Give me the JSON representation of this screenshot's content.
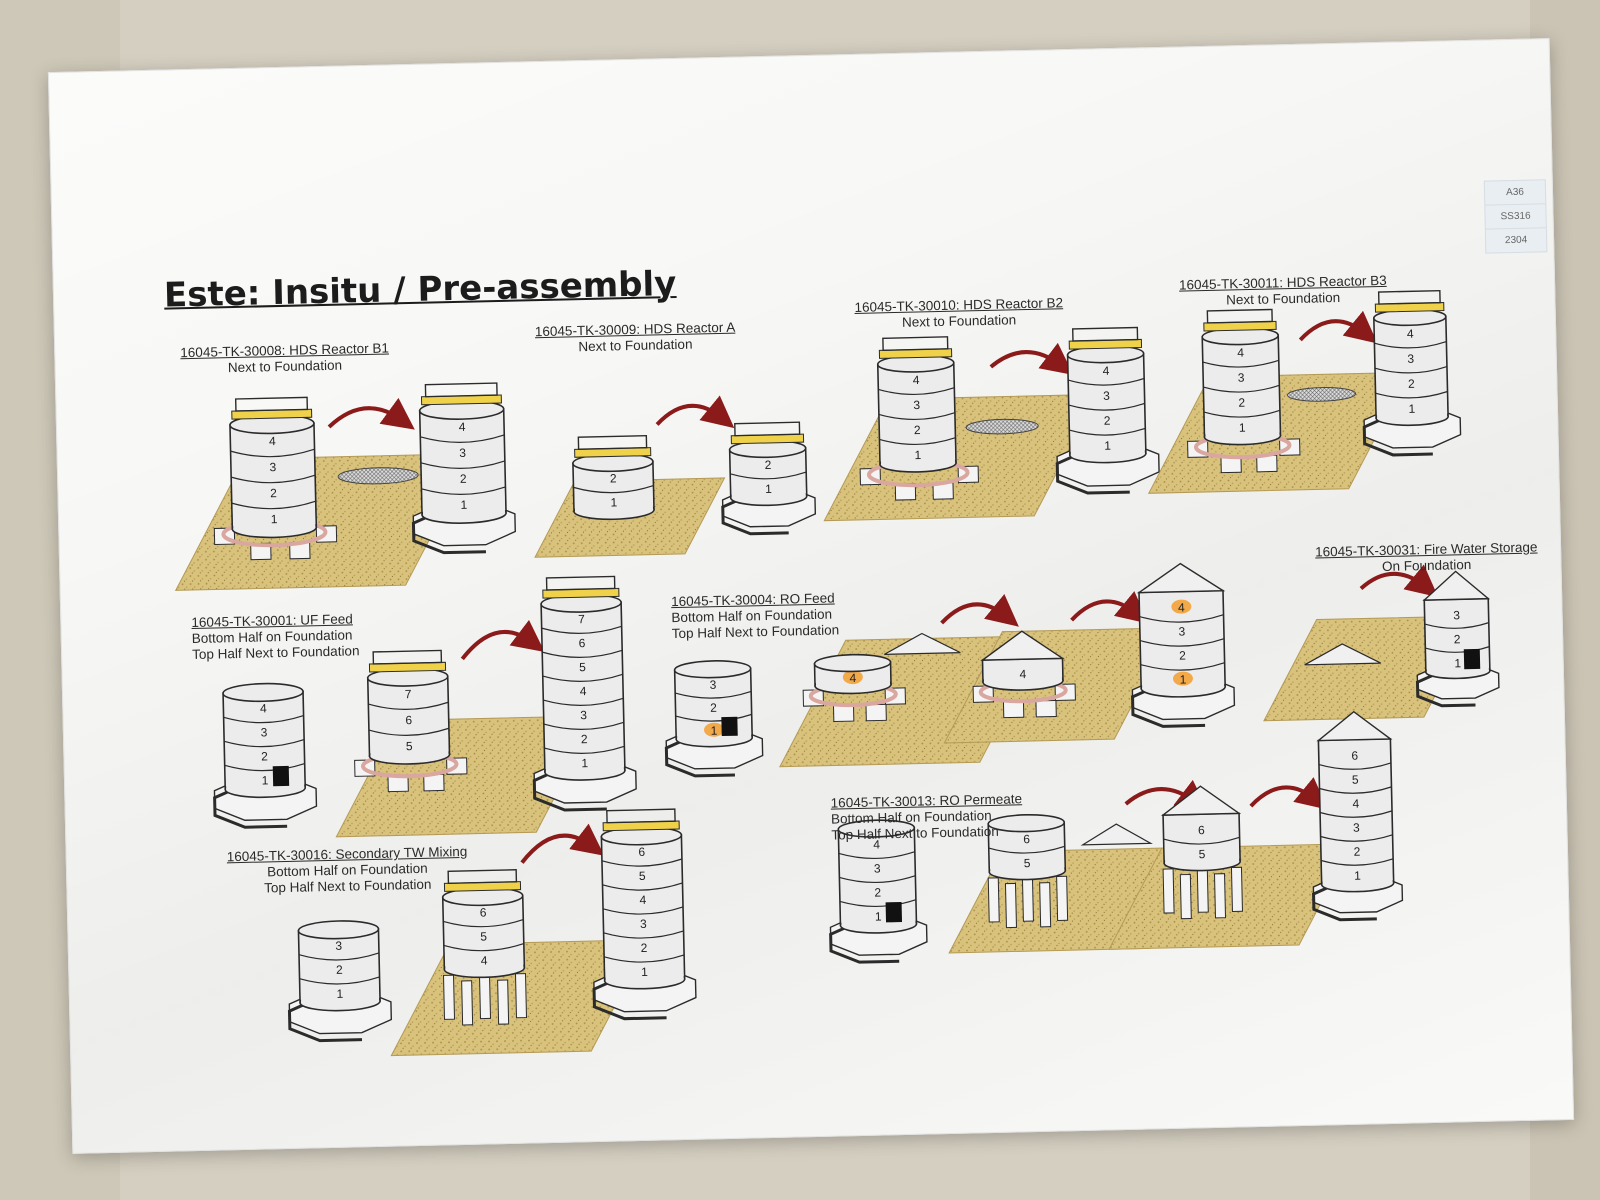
{
  "title": "Este: Insitu / Pre-assembly",
  "legend": [
    "A36",
    "SS316",
    "2304"
  ],
  "colors": {
    "arrow": "#8b1a1a",
    "highlight": "#f2a94a",
    "lid": "#f0d24a",
    "foundation": "#d6c07a",
    "tank": "#ececec",
    "outline": "#2b2b2b"
  },
  "tanks": [
    {
      "tag": "16045-TK-30008: HDS Reactor B1",
      "note": "Next to Foundation",
      "courses": [
        "1",
        "2",
        "3",
        "4"
      ]
    },
    {
      "tag": "16045-TK-30009: HDS Reactor A",
      "note": "Next to Foundation",
      "courses": [
        "1",
        "2"
      ]
    },
    {
      "tag": "16045-TK-30010: HDS Reactor B2",
      "note": "Next to Foundation",
      "courses": [
        "1",
        "2",
        "3",
        "4"
      ]
    },
    {
      "tag": "16045-TK-30011: HDS Reactor B3",
      "note": "Next to Foundation",
      "courses": [
        "1",
        "2",
        "3",
        "4"
      ]
    },
    {
      "tag": "16045-TK-30001: UF Feed",
      "note1": "Bottom Half on Foundation",
      "note2": "Top Half Next to Foundation",
      "courses": [
        "1",
        "2",
        "3",
        "4",
        "5",
        "6",
        "7"
      ]
    },
    {
      "tag": "16045-TK-30004: RO Feed",
      "note1": "Bottom Half on Foundation",
      "note2": "Top Half Next to Foundation",
      "courses": [
        "1",
        "2",
        "3",
        "4"
      ]
    },
    {
      "tag": "16045-TK-30031: Fire Water Storage",
      "note": "On Foundation",
      "courses": [
        "1",
        "2",
        "3"
      ]
    },
    {
      "tag": "16045-TK-30016: Secondary TW Mixing",
      "note1": "Bottom Half on Foundation",
      "note2": "Top Half Next to Foundation",
      "courses": [
        "1",
        "2",
        "3",
        "4",
        "5",
        "6"
      ]
    },
    {
      "tag": "16045-TK-30013: RO Permeate",
      "note1": "Bottom Half on Foundation",
      "note2": "Top Half Next to Foundation",
      "courses": [
        "1",
        "2",
        "3",
        "4",
        "5",
        "6"
      ]
    }
  ]
}
